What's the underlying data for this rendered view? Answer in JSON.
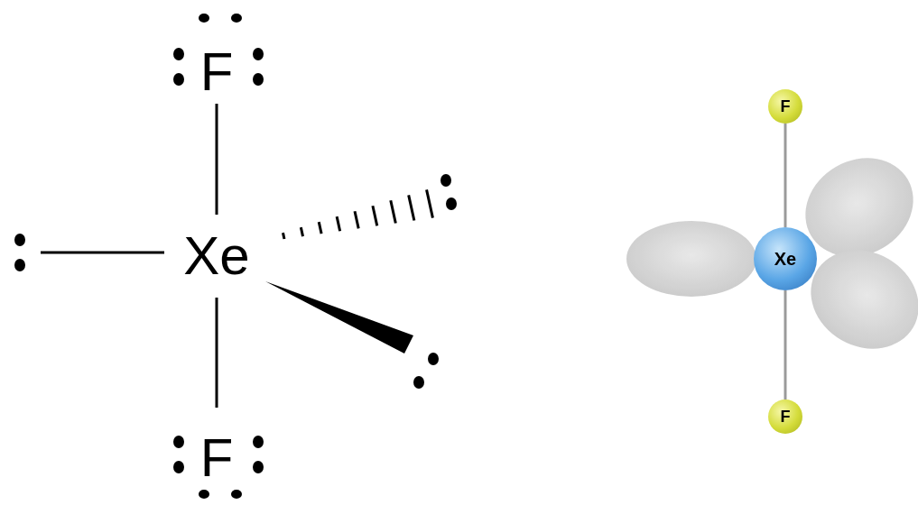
{
  "diagram": {
    "nodes": [
      {
        "text": [
          "F"
        ]
      },
      {
        "text": [
          "Xe"
        ]
      },
      {
        "text": [
          "F"
        ]
      }
    ],
    "edges": [
      {
        "from": 0,
        "to": 1,
        "arrow": "none"
      },
      {
        "from": 1,
        "to": 2,
        "arrow": "none"
      }
    ],
    "labels": [
      "F",
      "Xe",
      "F"
    ]
  }
}
